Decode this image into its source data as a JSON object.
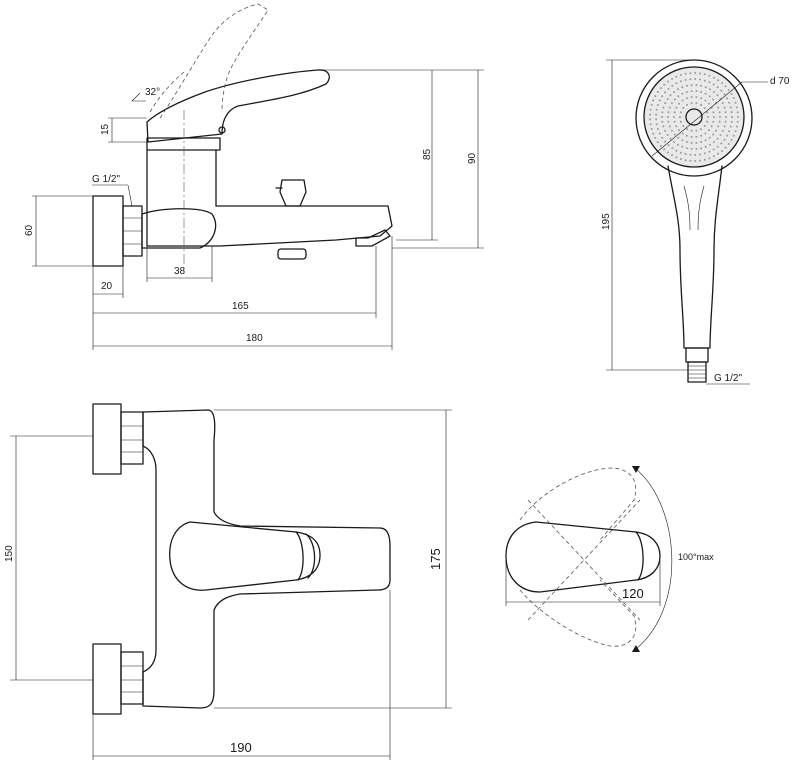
{
  "side_view": {
    "angle": "32°",
    "dim_15": "15",
    "thread": "G 1/2\"",
    "dim_60": "60",
    "dim_20": "20",
    "dim_38": "38",
    "dim_85": "85",
    "dim_90": "90",
    "dim_165": "165",
    "dim_180": "180"
  },
  "shower_head": {
    "diameter": "d 70",
    "length": "195",
    "thread": "G 1/2\""
  },
  "top_view": {
    "dim_150": "150",
    "dim_175": "175",
    "dim_190": "190"
  },
  "handle_view": {
    "rotation": "100°max",
    "dim_120": "120"
  }
}
